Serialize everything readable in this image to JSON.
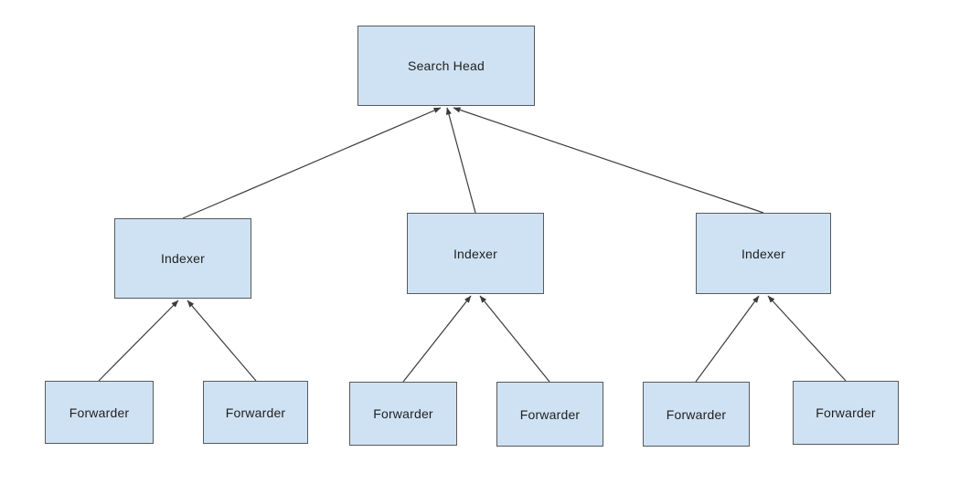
{
  "diagram": {
    "nodes": {
      "search_head": {
        "label": "Search Head"
      },
      "indexers": [
        {
          "label": "Indexer"
        },
        {
          "label": "Indexer"
        },
        {
          "label": "Indexer"
        }
      ],
      "forwarders": [
        {
          "label": "Forwarder"
        },
        {
          "label": "Forwarder"
        },
        {
          "label": "Forwarder"
        },
        {
          "label": "Forwarder"
        },
        {
          "label": "Forwarder"
        },
        {
          "label": "Forwarder"
        }
      ]
    },
    "colors": {
      "background": "#ffffff",
      "node_fill": "#cfe2f3",
      "node_border": "#58595b",
      "connector": "#3b3b3b",
      "text_color": "#1f1f1f"
    }
  }
}
